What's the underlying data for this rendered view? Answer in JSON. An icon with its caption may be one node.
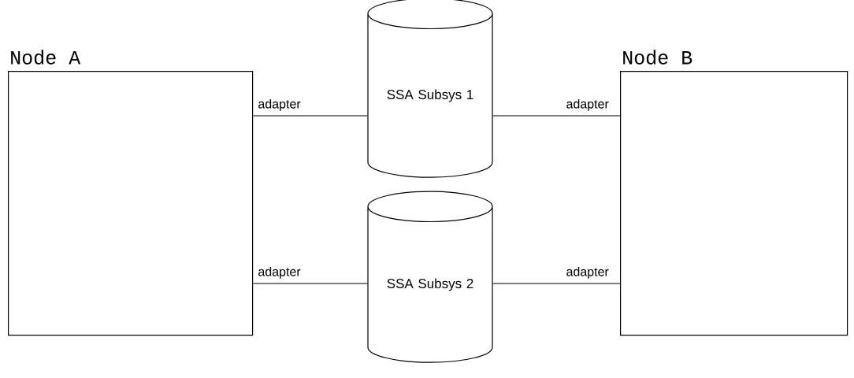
{
  "diagram": {
    "nodes": [
      {
        "text": [
          "Node A"
        ]
      },
      {
        "text": [
          "SSA Subsys 1"
        ]
      },
      {
        "text": [
          "SSA Subsys 2"
        ]
      },
      {
        "text": [
          "Node B"
        ]
      }
    ],
    "edges": [
      {
        "from": 0,
        "to": 1,
        "arrow": "none",
        "label": "adapter"
      },
      {
        "from": 1,
        "to": 3,
        "arrow": "none",
        "label": "adapter"
      },
      {
        "from": 0,
        "to": 2,
        "arrow": "none",
        "label": "adapter"
      },
      {
        "from": 2,
        "to": 3,
        "arrow": "none",
        "label": "adapter"
      }
    ]
  }
}
